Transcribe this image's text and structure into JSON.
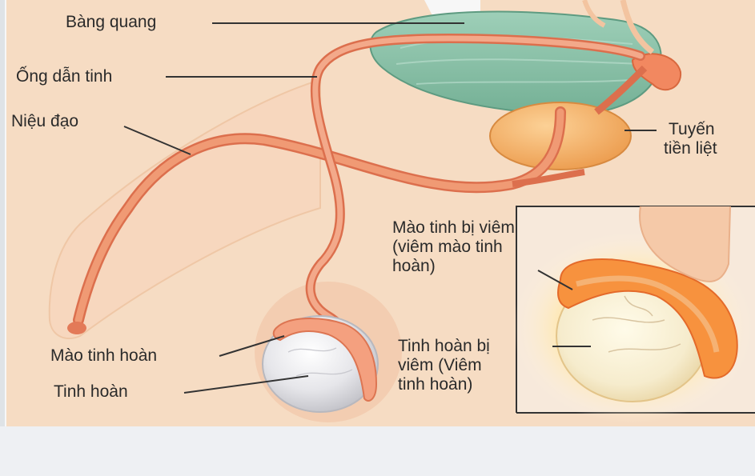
{
  "colors": {
    "skin": "#f6dcc3",
    "tube": "#f09a74",
    "tube_outline": "#dc6f4d",
    "bladder": "#8ec5ad",
    "prostate": "#f4b067",
    "testis": "#e1e1e4",
    "inflamed": "#f7a24a",
    "page_bg": "#eef0f3"
  },
  "labels": {
    "bladder": "Bàng quang",
    "vas_deferens": "Ống dẫn tinh",
    "urethra": "Niệu đạo",
    "prostate_line1": "Tuyến",
    "prostate_line2": "tiền liệt",
    "inflamed_epididymis_line1": "Mào tinh bị viêm",
    "inflamed_epididymis_line2": "(viêm mào tinh",
    "inflamed_epididymis_line3": "hoàn)",
    "epididymis": "Mào tinh hoàn",
    "testis": "Tinh hoàn",
    "inflamed_testis_line1": "Tinh hoàn bị",
    "inflamed_testis_line2": "viêm (Viêm",
    "inflamed_testis_line3": "tinh hoàn)"
  }
}
